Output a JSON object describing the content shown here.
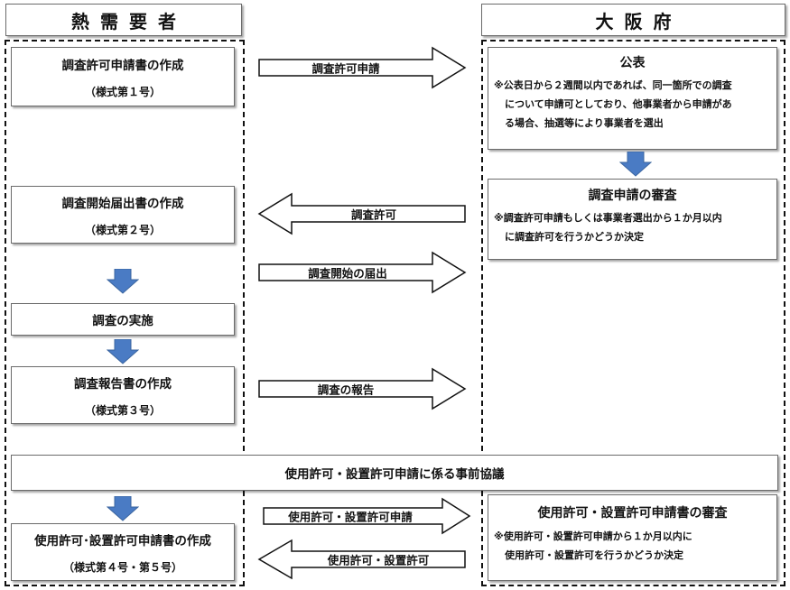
{
  "headers": {
    "left": "熱需要者",
    "right": "大阪府"
  },
  "left_steps": {
    "step1_title": "調査許可申請書の作成",
    "step1_form": "（様式第１号）",
    "step2_title": "調査開始届出書の作成",
    "step2_form": "（様式第２号）",
    "step3_title": "調査の実施",
    "step4_title": "調査報告書の作成",
    "step4_form": "（様式第３号）",
    "step5_title": "使用許可･設置許可申請書の作成",
    "step5_form": "（様式第４号・第５号）"
  },
  "right_steps": {
    "announce_title": "公表",
    "announce_note": [
      "※公表日から２週間以内であれば、同一箇所での調査",
      "について申請可としており、他事業者から申請があ",
      "る場合、抽選等により事業者を選出"
    ],
    "review_title": "調査申請の審査",
    "review_note": [
      "※調査許可申請もしくは事業者選出から１か月以内",
      "に調査許可を行うかどうか決定"
    ],
    "permit_review_title": "使用許可・設置許可申請書の審査",
    "permit_review_note": [
      "※使用許可・設置許可申請から１か月以内に",
      "使用許可・設置許可を行うかどうか決定"
    ]
  },
  "consultation": "使用許可・設置許可申請に係る事前協議",
  "arrows": {
    "a1": "調査許可申請",
    "a2": "調査許可",
    "a3": "調査開始の届出",
    "a4": "調査の報告",
    "a5": "使用許可・設置許可申請",
    "a6": "使用許可・設置許可"
  },
  "colors": {
    "flow_arrow": "#4a7bc4",
    "border": "#6b6b6b"
  }
}
